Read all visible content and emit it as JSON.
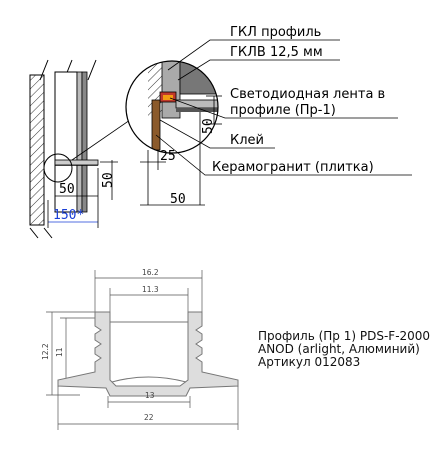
{
  "callouts": {
    "gkl_profile": "ГКЛ профиль",
    "gklv": "ГКЛВ 12,5 мм",
    "led_strip_line1": "Светодиодная лента в",
    "led_strip_line2": "профиле (Пр-1)",
    "glue": "Клей",
    "tile": "Керамогранит (плитка)"
  },
  "section_dims": {
    "d50_left": "50",
    "d50_vertical": "50",
    "d150": "150*",
    "d50_detail_vertical": "50",
    "d25": "25",
    "d50_bottom": "50"
  },
  "profile_dims": {
    "w_top": "16.2",
    "w_inner": "11.3",
    "h_total": "12.2",
    "h_inner": "11",
    "w_bottom_inner": "13",
    "w_bottom": "22"
  },
  "caption": {
    "line1": "Профиль (Пр 1) PDS-F-2000",
    "line2": "ANOD (arlight, Алюминий)",
    "line3": "Артикул 012083"
  },
  "colors": {
    "dimension_accent": "#1a3fd6",
    "profile_fill": "#dddddd",
    "line": "#000000"
  }
}
